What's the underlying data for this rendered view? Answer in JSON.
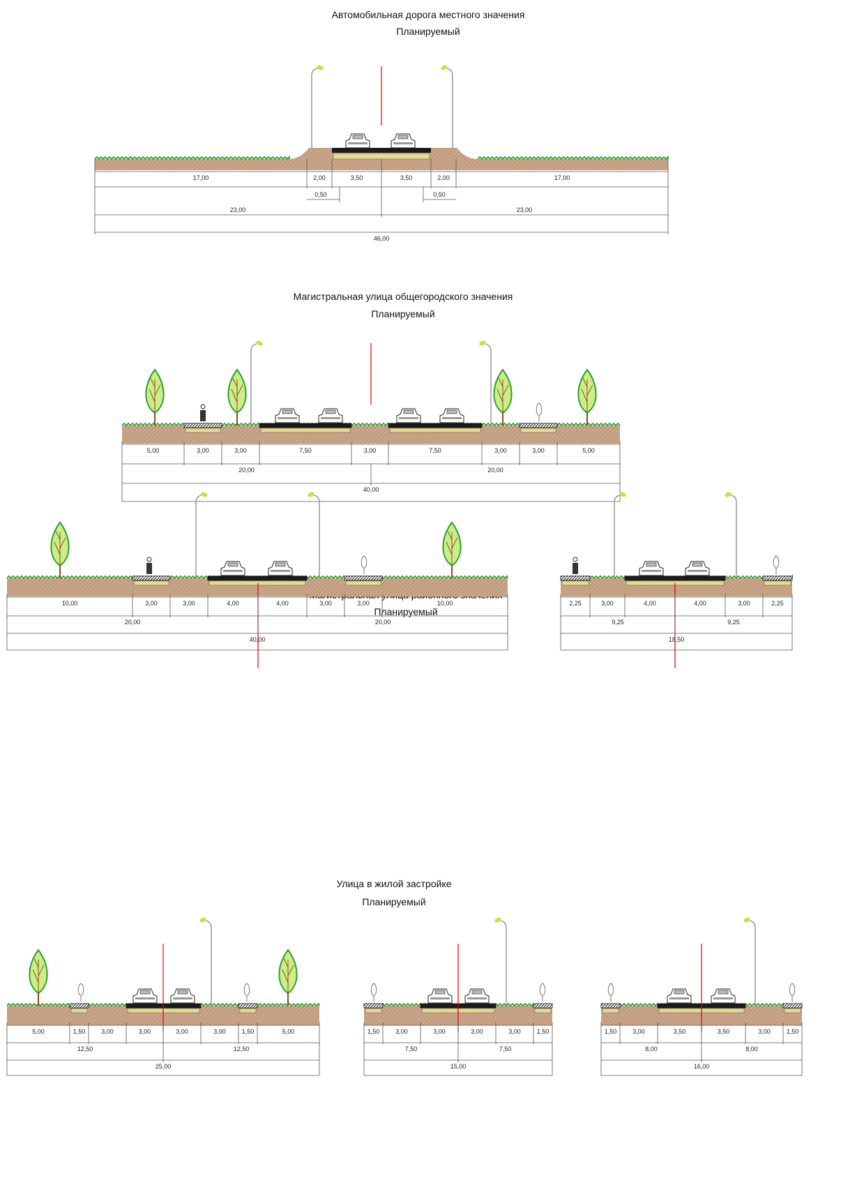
{
  "colors": {
    "soil": "#c9a58a",
    "grass": "#2f9e2f",
    "asphalt": "#1c1c1c",
    "sidewalk": "#e8d890",
    "axis": "#e00000",
    "tree_crown": "#ccee88",
    "tree_outline": "#2f9e2f",
    "tree_branches": "#8b4a1a",
    "lamp_head": "#c8e040",
    "line": "#555555"
  },
  "sections": [
    {
      "title": "Автомобильная дорога местного значения",
      "subtitle": "Планируемый",
      "profiles": [
        {
          "segments": [
            "17,00",
            "2,00",
            "3,50",
            "3,50",
            "2,00",
            "17,00"
          ],
          "shoulders": [
            "0,50",
            "0,50"
          ],
          "halves": [
            "23,00",
            "23,00"
          ],
          "total": "46,00"
        }
      ]
    },
    {
      "title": "Магистральная улица общегородского значения",
      "subtitle": "Планируемый",
      "profiles": [
        {
          "segments": [
            "5,00",
            "3,00",
            "3,00",
            "7,50",
            "3,00",
            "7,50",
            "3,00",
            "3,00",
            "5,00"
          ],
          "halves": [
            "20,00",
            "20,00"
          ],
          "total": "40,00"
        }
      ]
    },
    {
      "title": "Магистральная улица районного значения",
      "subtitle": "Планируемый",
      "profiles": [
        {
          "segments": [
            "10,00",
            "3,00",
            "3,00",
            "4,00",
            "4,00",
            "3,00",
            "3,00",
            "10,00"
          ],
          "halves": [
            "20,00",
            "20,00"
          ],
          "total": "40,00"
        },
        {
          "segments": [
            "2,25",
            "3,00",
            "4,00",
            "4,00",
            "3,00",
            "2,25"
          ],
          "halves": [
            "9,25",
            "9,25"
          ],
          "total": "18,50"
        }
      ]
    },
    {
      "title": "Улица в жилой застройке",
      "subtitle": "Планируемый",
      "profiles": [
        {
          "segments": [
            "5,00",
            "1,50",
            "3,00",
            "3,00",
            "3,00",
            "3,00",
            "1,50",
            "5,00"
          ],
          "halves": [
            "12,50",
            "12,50"
          ],
          "total": "25,00"
        },
        {
          "segments": [
            "1,50",
            "3,00",
            "3,00",
            "3,00",
            "3,00",
            "1,50"
          ],
          "halves": [
            "7,50",
            "7,50"
          ],
          "total": "15,00"
        },
        {
          "segments": [
            "1,50",
            "3,00",
            "3,50",
            "3,50",
            "3,00",
            "1,50"
          ],
          "halves": [
            "8,00",
            "8,00"
          ],
          "total": "16,00"
        }
      ]
    }
  ]
}
